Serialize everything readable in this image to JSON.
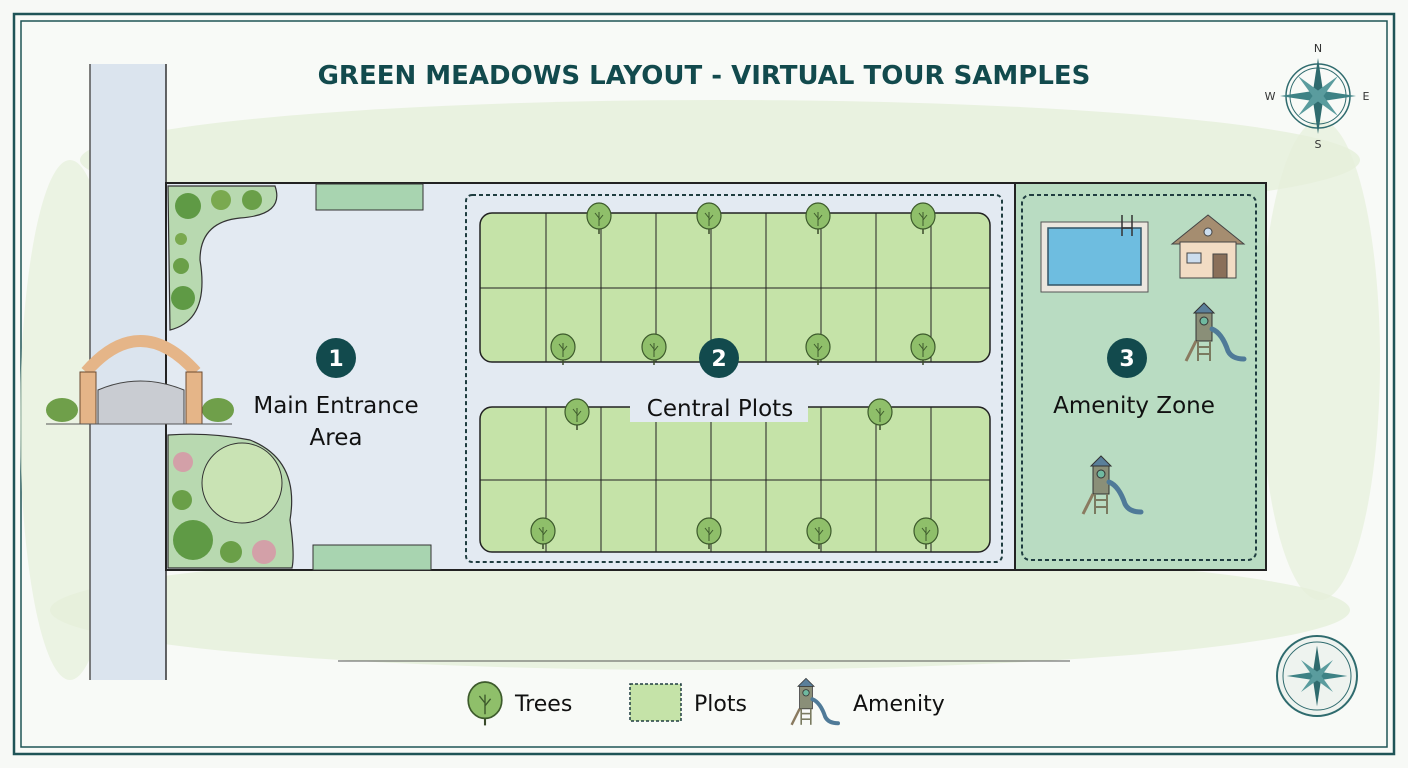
{
  "title": "GREEN MEADOWS LAYOUT - VIRTUAL TOUR SAMPLES",
  "zones": [
    {
      "number": "1",
      "label_line1": "Main Entrance",
      "label_line2": "Area"
    },
    {
      "number": "2",
      "label_line1": "Central Plots"
    },
    {
      "number": "3",
      "label_line1": "Amenity Zone"
    }
  ],
  "compass": {
    "n": "N",
    "s": "S",
    "e": "E",
    "w": "W"
  },
  "legend": {
    "trees": "Trees",
    "plots": "Plots",
    "amenity": "Amenity"
  },
  "colors": {
    "primary": "#124a4d",
    "plots": "#c5e3a8",
    "amenity": "#b9dcc2",
    "entrance": "#e3eaf2"
  }
}
